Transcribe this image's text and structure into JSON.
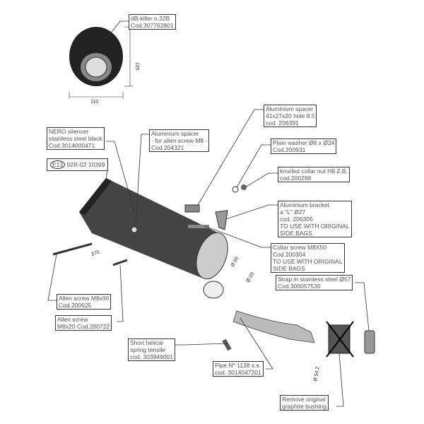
{
  "dimensions": {
    "width": "110",
    "height": "125",
    "length": "370",
    "dia_outlet": "Ø 50",
    "dia_inlet": "Ø 50",
    "dia_pipe": "Ø 54.2"
  },
  "labels": {
    "db_killer": [
      "dB-killer n.32B",
      "Cod.307762801"
    ],
    "nero": [
      "NERO silencer",
      "stainless steel black",
      "Cod.3014000471"
    ],
    "homologation": {
      "mark": "E13",
      "code": "92R-02 10399"
    },
    "spacer_m8": [
      "Aluminium spacer",
      "- for allen screw M8 -",
      "Cod.204321"
    ],
    "spacer_41": [
      "Aluminium spacer",
      "41x27x20 hole 8.5",
      "cod. 206391"
    ],
    "washer": [
      "Plain washer Ø8 x Ø24",
      "Cod.200931"
    ],
    "knurled": [
      "knurled collar nut H8 Z.B.",
      "cod.200298"
    ],
    "bracket": [
      "Aluminium bracket",
      "a \"L\" Ø27",
      "cod. 206305",
      "TO USE WITH ORIGINAL",
      "SIDE BAGS"
    ],
    "collar_screw": [
      "Collar screw M8X50",
      "Cod.200304",
      "TO USE WITH ORIGINAL",
      "SIDE BAGS"
    ],
    "strap": [
      "Strap in stainless steel Ø57",
      "Cod.300057530"
    ],
    "allen_90": [
      "Allen screw M8x90",
      "Cod.200925"
    ],
    "allen_20": [
      "Allen screw",
      "M8x20 Cod.200722"
    ],
    "spring": [
      "Short helical",
      "spring tensile",
      "cod. 303949001"
    ],
    "pipe": [
      "Pipe N° 1138 s.s.",
      "cod. 3014047201"
    ],
    "bushing": [
      "Remove original",
      "graphite bushing"
    ]
  }
}
